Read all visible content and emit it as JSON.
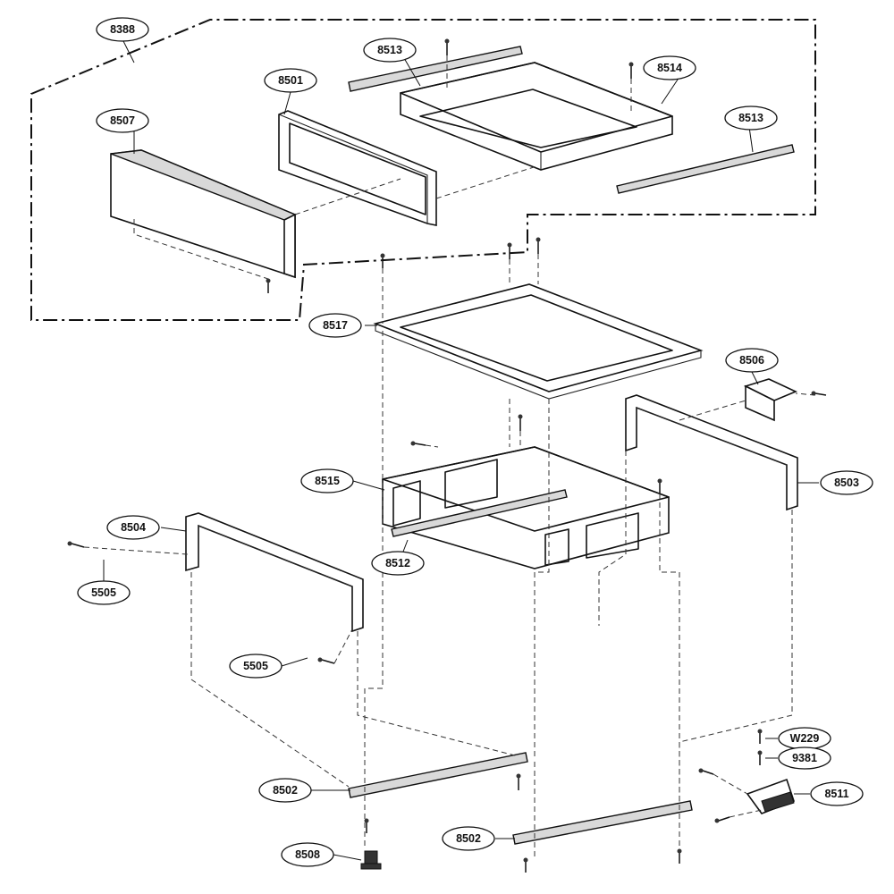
{
  "callouts": {
    "c8388": "8388",
    "c8513a": "8513",
    "c8501": "8501",
    "c8514": "8514",
    "c8507": "8507",
    "c8513b": "8513",
    "c8517": "8517",
    "c8506": "8506",
    "c8515": "8515",
    "c8503": "8503",
    "c8504": "8504",
    "c8512": "8512",
    "c5505a": "5505",
    "c5505b": "5505",
    "cW229": "W229",
    "c9381": "9381",
    "c8502a": "8502",
    "c8511": "8511",
    "c8502b": "8502",
    "c8508": "8508"
  }
}
